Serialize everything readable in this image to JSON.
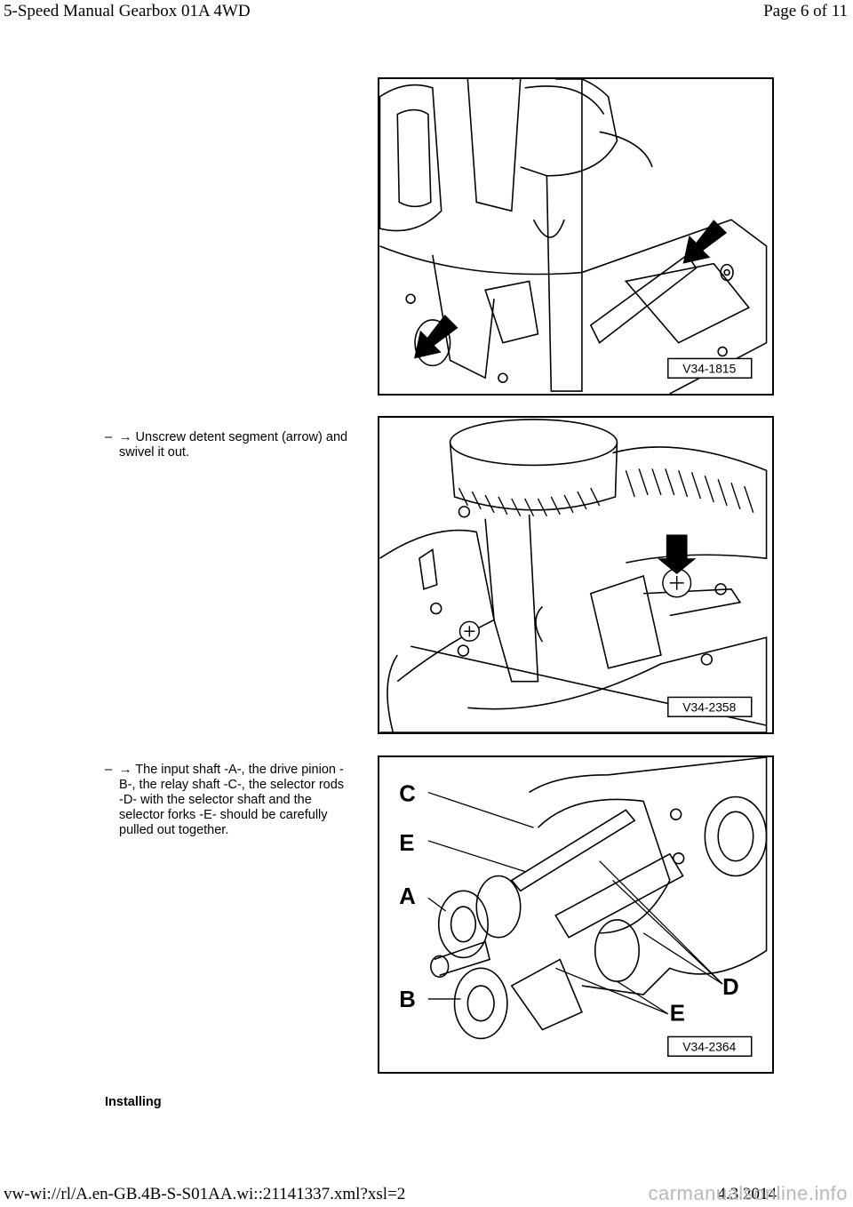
{
  "header": {
    "title": "5-Speed Manual Gearbox 01A 4WD",
    "page": "Page 6 of 11"
  },
  "figures": [
    {
      "code": "V34-1815"
    },
    {
      "code": "V34-2358"
    },
    {
      "code": "V34-2364",
      "labels": {
        "c": "C",
        "e1": "E",
        "a": "A",
        "b": "B",
        "d": "D",
        "e2": "E"
      }
    }
  ],
  "steps": [
    {
      "bullet": "–",
      "text": "→ Unscrew detent segment (arrow) and swivel it out."
    },
    {
      "bullet": "–",
      "text": "→ The input shaft -A-, the drive pinion -B-, the relay shaft -C-, the selector rods -D- with the selector shaft and the selector forks -E- should be carefully pulled out together."
    }
  ],
  "section_title": "Installing",
  "footer": {
    "url": "vw-wi://rl/A.en-GB.4B-S-S01AA.wi::21141337.xml?xsl=2",
    "date": "4.3.2014",
    "watermark": "carmanualsonline.info"
  }
}
